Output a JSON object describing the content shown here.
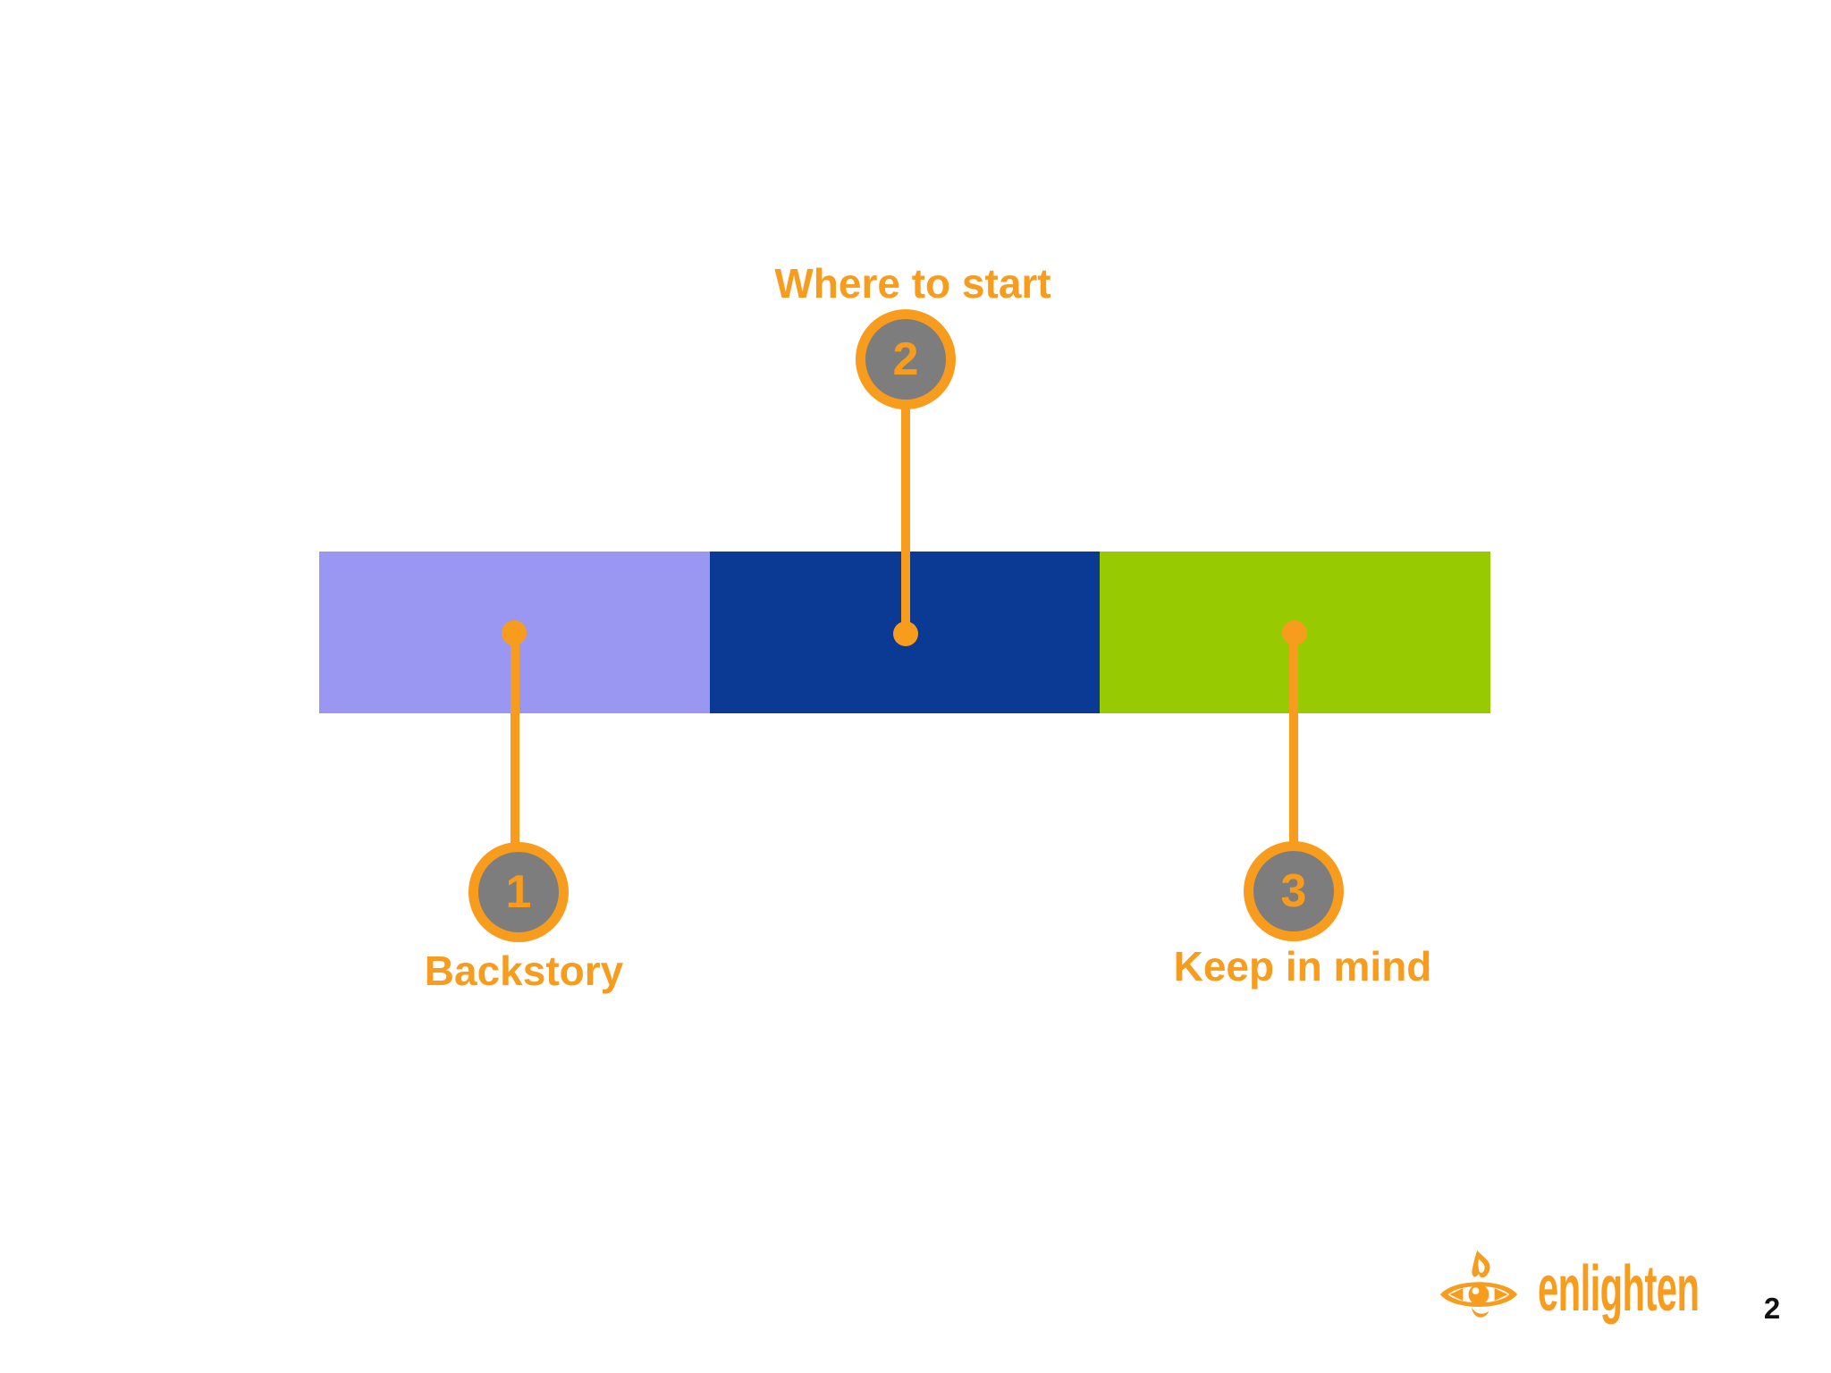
{
  "slide": {
    "page_number": "2",
    "background": "#FFFFFF"
  },
  "colors": {
    "slide-bg": "#FFFFFF",
    "accent-orange": "#F89C1E",
    "circle-gray": "#7E7D7D",
    "page-number-black": "#111111"
  },
  "bar": {
    "segments": [
      {
        "id": "backstory",
        "color": "#9997F2"
      },
      {
        "id": "where-to-start",
        "color": "#0A3A94"
      },
      {
        "id": "keep-in-mind",
        "color": "#97CA00"
      }
    ]
  },
  "callouts": [
    {
      "number": "1",
      "label": "Backstory",
      "position": "below-bar-left"
    },
    {
      "number": "2",
      "label": "Where to start",
      "position": "above-bar-center"
    },
    {
      "number": "3",
      "label": "Keep in mind",
      "position": "below-bar-right"
    }
  ],
  "logo": {
    "text": "enlighten",
    "icon": "enlighten-eye-flame-icon"
  }
}
